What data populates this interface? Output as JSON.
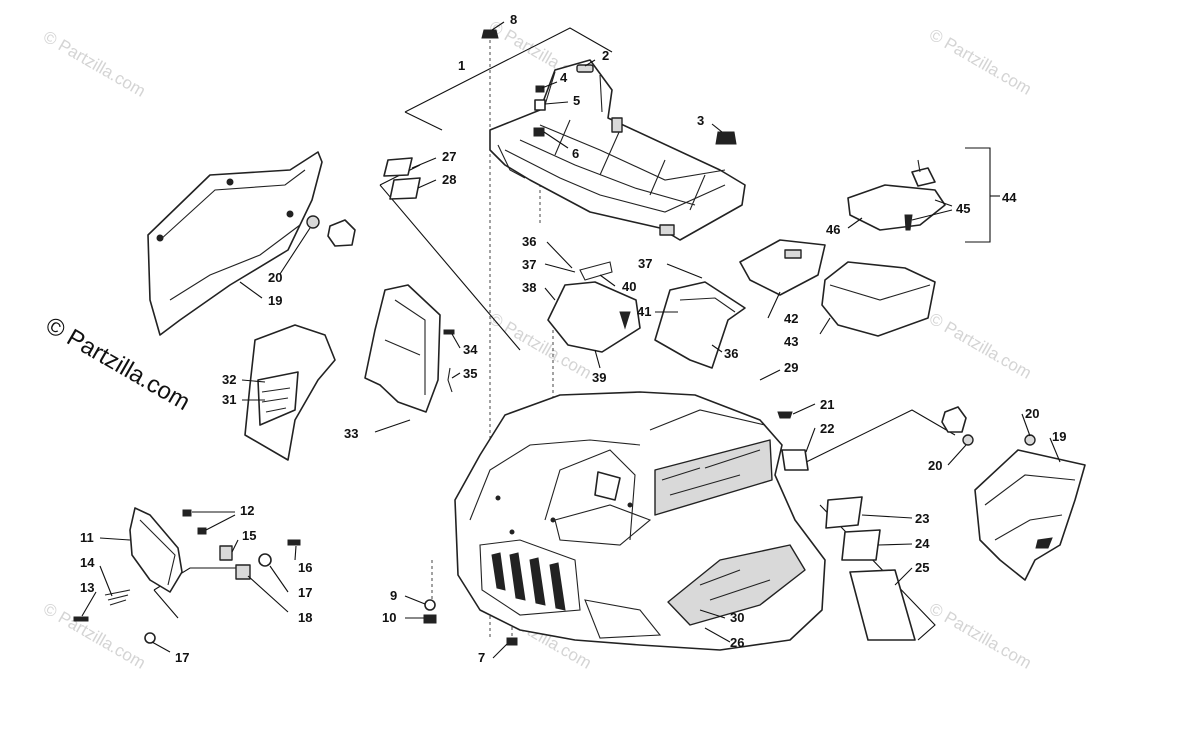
{
  "watermark": {
    "text": "© Partzilla.com",
    "prominent_text": "© Partzilla.com"
  },
  "callouts": [
    "1",
    "2",
    "3",
    "4",
    "5",
    "6",
    "7",
    "8",
    "9",
    "10",
    "11",
    "12",
    "12",
    "13",
    "14",
    "15",
    "16",
    "17",
    "17",
    "18",
    "19",
    "19",
    "20",
    "20",
    "20",
    "21",
    "22",
    "23",
    "24",
    "25",
    "26",
    "27",
    "28",
    "29",
    "30",
    "31",
    "32",
    "33",
    "34",
    "35",
    "36",
    "36",
    "37",
    "37",
    "38",
    "39",
    "40",
    "41",
    "42",
    "43",
    "44",
    "45",
    "46"
  ],
  "colors": {
    "line": "#222222",
    "fill_light": "#d9d9d9",
    "watermark": "#d4d4d4"
  }
}
